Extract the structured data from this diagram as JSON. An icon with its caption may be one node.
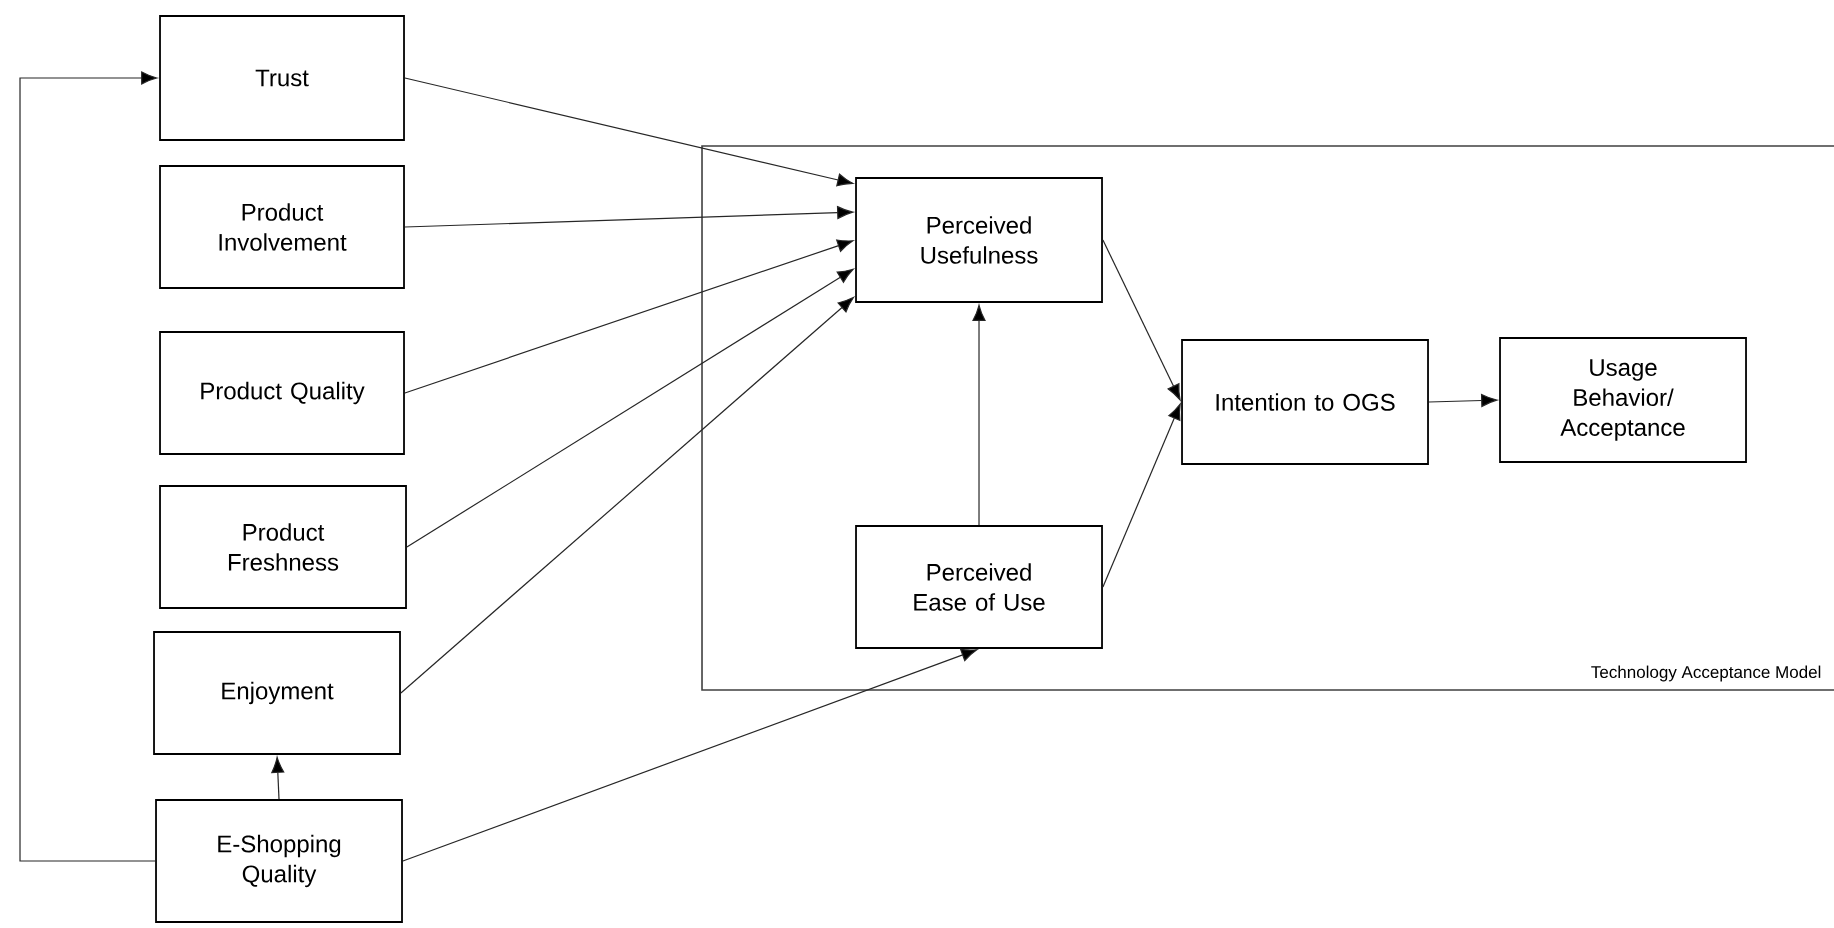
{
  "diagram": {
    "nodes": [
      {
        "text": [
          "Trust"
        ]
      },
      {
        "text": [
          "Product Involvement"
        ]
      },
      {
        "text": [
          "Product Quality"
        ]
      },
      {
        "text": [
          "Product Freshness"
        ]
      },
      {
        "text": [
          "Enjoyment"
        ]
      },
      {
        "text": [
          "E-Shopping Quality"
        ]
      },
      {
        "text": [
          "Technology Acceptance Model"
        ]
      },
      {
        "text": [
          "Perceived Usefulness"
        ],
        "in": 6
      },
      {
        "text": [
          "Perceived Ease of Use"
        ],
        "in": 6
      },
      {
        "text": [
          "Intention to OGS"
        ],
        "in": 6
      },
      {
        "text": [
          "Usage Behavior/ Acceptance"
        ],
        "in": 6
      }
    ],
    "edges": [
      {
        "from": 0,
        "to": 7,
        "arrow": "to"
      },
      {
        "from": 1,
        "to": 7,
        "arrow": "to"
      },
      {
        "from": 2,
        "to": 7,
        "arrow": "to"
      },
      {
        "from": 3,
        "to": 7,
        "arrow": "to"
      },
      {
        "from": 4,
        "to": 7,
        "arrow": "to"
      },
      {
        "from": 5,
        "to": 4,
        "arrow": "to"
      },
      {
        "from": 5,
        "to": 0,
        "arrow": "to"
      },
      {
        "from": 5,
        "to": 8,
        "arrow": "to"
      },
      {
        "from": 8,
        "to": 7,
        "arrow": "to"
      },
      {
        "from": 7,
        "to": 9,
        "arrow": "to"
      },
      {
        "from": 8,
        "to": 9,
        "arrow": "to"
      },
      {
        "from": 9,
        "to": 10,
        "arrow": "to"
      }
    ]
  }
}
